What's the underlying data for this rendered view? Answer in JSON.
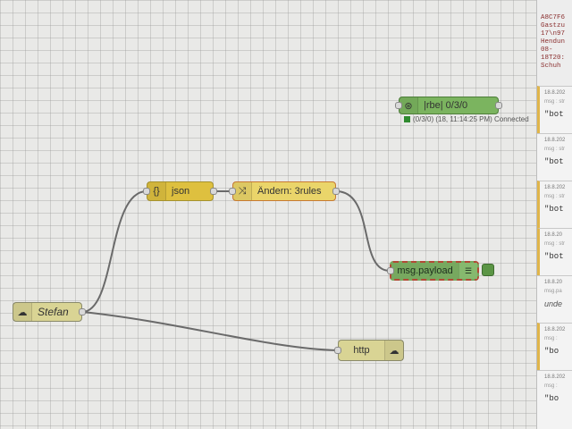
{
  "workspace": {
    "nodes": {
      "stefan": {
        "label": "Stefan",
        "icon": "cloud-icon"
      },
      "json": {
        "label": "json",
        "icon": "braces-icon"
      },
      "change": {
        "label": "Ändern: 3rules",
        "icon": "shuffle-icon"
      },
      "http": {
        "label": "http",
        "icon": "cloud-icon"
      },
      "debug": {
        "label": "msg.payload",
        "icon": "list-icon"
      },
      "rbe": {
        "label": "|rbe| 0/3/0",
        "icon": "rbe-icon",
        "status": "(0/3/0) (18, 11:14:25 PM) Connected"
      }
    },
    "colors": {
      "grid": "#e9e9e7",
      "function": "#dec03f",
      "change": "#ead56a",
      "debug": "#77a85f",
      "dashed_border": "#b24a36"
    }
  },
  "sidebar": {
    "raw_text": "A8C7F6\nGastzu\n17\\n97\nHendun\n08-\n18T20:\nSchuh",
    "messages": [
      {
        "date": "18.8.202",
        "meta": "msg : str",
        "value": "\"bot",
        "highlight": true
      },
      {
        "date": "18.8.202",
        "meta": "msg : str",
        "value": "\"bot",
        "highlight": false
      },
      {
        "date": "18.8.202",
        "meta": "msg : str",
        "value": "\"bot",
        "highlight": true
      },
      {
        "date": "18.8.20",
        "meta": "msg : str",
        "value": "\"bot",
        "highlight": true
      },
      {
        "date": "18.8.20",
        "meta": "msg.pa",
        "value": "unde",
        "highlight": false
      },
      {
        "date": "18.8.202",
        "meta": "msg :",
        "value": "\"bo",
        "highlight": true
      },
      {
        "date": "18.8.202",
        "meta": "msg :",
        "value": "\"bo",
        "highlight": false
      }
    ]
  }
}
